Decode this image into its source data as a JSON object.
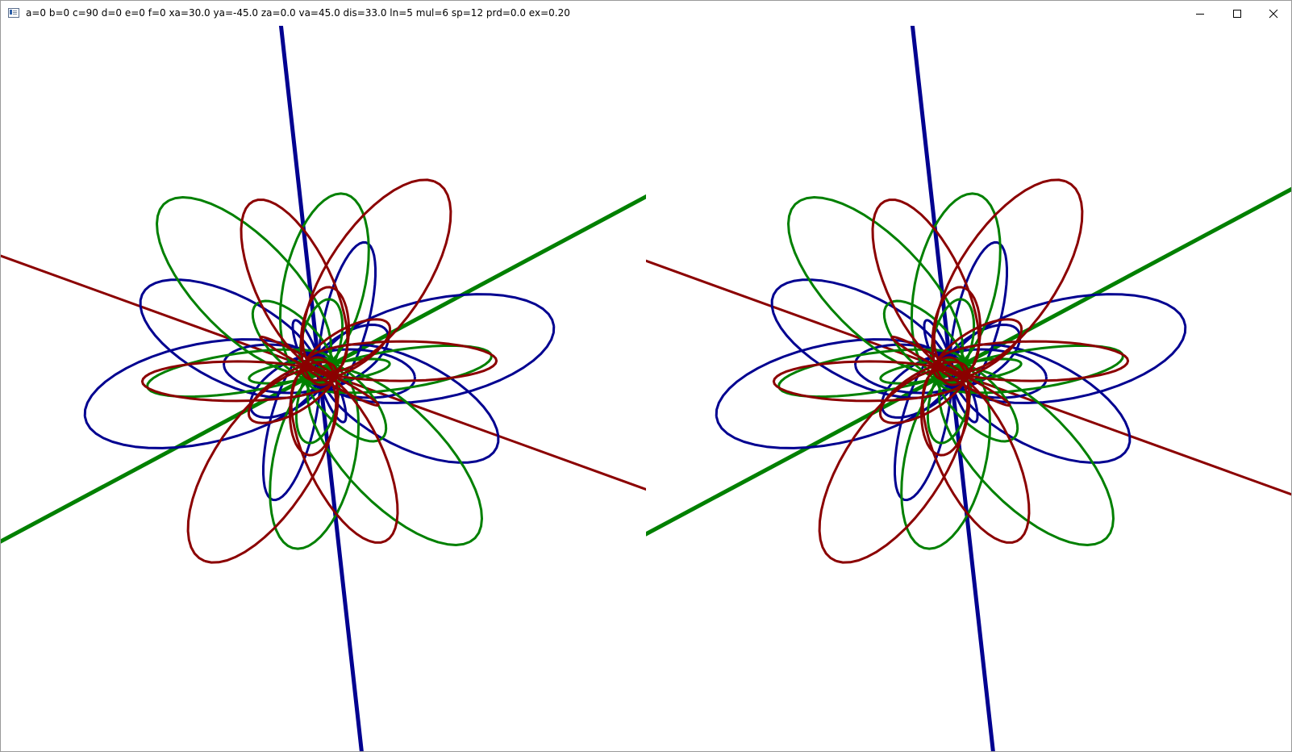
{
  "window": {
    "title": "a=0 b=0 c=90 d=0 e=0 f=0 xa=30.0 ya=-45.0 za=0.0 va=45.0 dis=33.0 ln=5 mul=6 sp=12 prd=0.0 ex=0.20",
    "icon": "app-window-icon",
    "controls": {
      "minimize_icon": "minimize-icon",
      "maximize_icon": "maximize-icon",
      "close_icon": "close-icon"
    }
  },
  "scene": {
    "views": [
      "left-eye-view",
      "right-eye-view"
    ],
    "colors": {
      "x_axis": "#8b0000",
      "y_axis": "#008000",
      "z_axis": "#000090",
      "background": "#ffffff"
    }
  }
}
